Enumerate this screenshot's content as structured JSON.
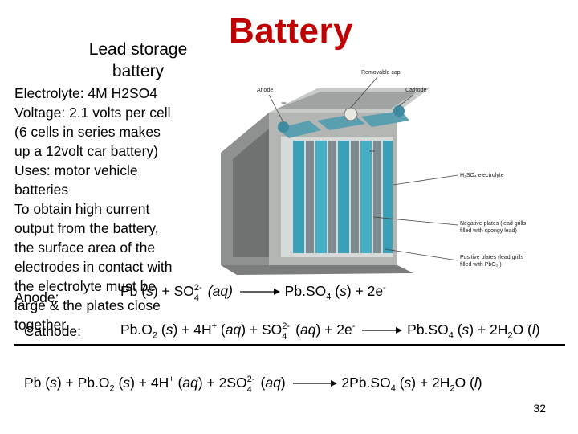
{
  "slide": {
    "title": "Battery",
    "subtitle": "Lead storage battery",
    "page_number": "32"
  },
  "body_lines": [
    "Electrolyte: 4M H2SO4",
    "Voltage: 2.1 volts per cell",
    "(6 cells in series makes",
    "up a 12volt car battery)",
    "Uses: motor vehicle",
    "batteries",
    "To obtain high current",
    "output from the battery,",
    "the surface area of the",
    "electrodes in contact with",
    "the electrolyte must be",
    "large & the plates close",
    "together"
  ],
  "anode": {
    "label": "Anode:",
    "lhs_a": "Pb (",
    "lhs_a_state": "s",
    "lhs_b": ") + SO",
    "lhs_sup": "2-",
    "lhs_sub": "4",
    "lhs_state": "(aq)",
    "rhs_a": "Pb.SO",
    "rhs_sub": "4",
    "rhs_b": " (",
    "rhs_state": "s",
    "rhs_c": ") + 2e",
    "rhs_sup": "-"
  },
  "cathode": {
    "label": "Cathode:",
    "lhs_a": "Pb.O",
    "lhs_sub1": "2",
    "lhs_b": " (",
    "lhs_state1": "s",
    "lhs_c": ") + 4H",
    "lhs_sup1": "+",
    "lhs_d": " (",
    "lhs_state2": "aq",
    "lhs_e": ") + SO",
    "lhs_sup2": "2-",
    "lhs_sub2": "4",
    "lhs_f": " (",
    "lhs_state3": "aq",
    "lhs_g": ") + 2e",
    "lhs_sup3": "-",
    "rhs_a": "Pb.SO",
    "rhs_sub1": "4",
    "rhs_b": " (",
    "rhs_state1": "s",
    "rhs_c": ") + 2H",
    "rhs_sub2": "2",
    "rhs_d": "O (",
    "rhs_state2": "l",
    "rhs_e": ")"
  },
  "overall": {
    "lhs_a": "Pb (",
    "lhs_state1": "s",
    "lhs_b": ") + Pb.O",
    "lhs_sub1": "2",
    "lhs_c": " (",
    "lhs_state2": "s",
    "lhs_d": ") + 4H",
    "lhs_sup1": "+",
    "lhs_e": " (",
    "lhs_state3": "aq",
    "lhs_f": ") + 2SO",
    "lhs_sup2": "2-",
    "lhs_sub2": "4",
    "lhs_g": " (",
    "lhs_state4": "aq",
    "lhs_h": ")",
    "rhs_a": "2Pb.SO",
    "rhs_sub1": "4",
    "rhs_b": " (",
    "rhs_state1": "s",
    "rhs_c": ") + 2H",
    "rhs_sub2": "2",
    "rhs_d": "O (",
    "rhs_state2": "l",
    "rhs_e": ")"
  },
  "diagram": {
    "labels": {
      "removable_cap": "Removable cap",
      "anode": "Anode",
      "cathode": "Cathode",
      "electrolyte": "H₂SO₄ electrolyte",
      "negative_1": "Negative plates (lead grills",
      "negative_2": "filled with spongy lead)",
      "positive_1": "Positive plates (lead grills",
      "positive_2": "filled with PbO₂ )"
    },
    "colors": {
      "plate_blue": "#3aa0b8",
      "plate_gray": "#7d8a8e",
      "case_gray": "#a8aaa8",
      "case_dark": "#6e7270"
    }
  }
}
